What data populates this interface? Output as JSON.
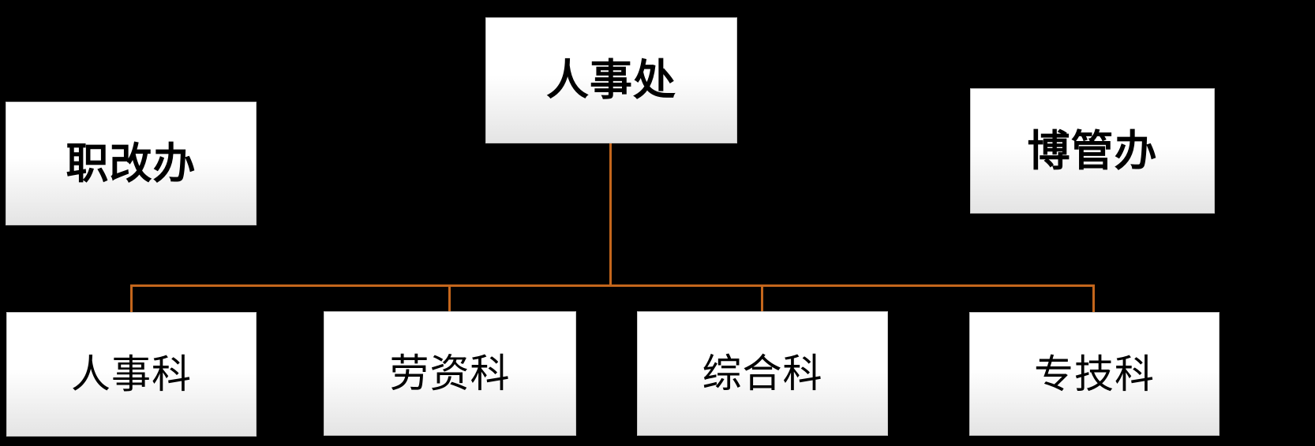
{
  "org_chart": {
    "type": "org-chart",
    "root": {
      "label": "人事处"
    },
    "offices": [
      {
        "label": "职改办"
      },
      {
        "label": "博管办"
      }
    ],
    "departments": [
      {
        "label": "人事科"
      },
      {
        "label": "劳资科"
      },
      {
        "label": "综合科"
      },
      {
        "label": "专技科"
      }
    ]
  },
  "colors": {
    "background": "#000000",
    "connector": "#C4661C",
    "node_fill_top": "#FFFFFF",
    "node_fill_bottom": "#E4E4E4",
    "node_border": "#C9C9C9",
    "node_text": "#000000"
  }
}
